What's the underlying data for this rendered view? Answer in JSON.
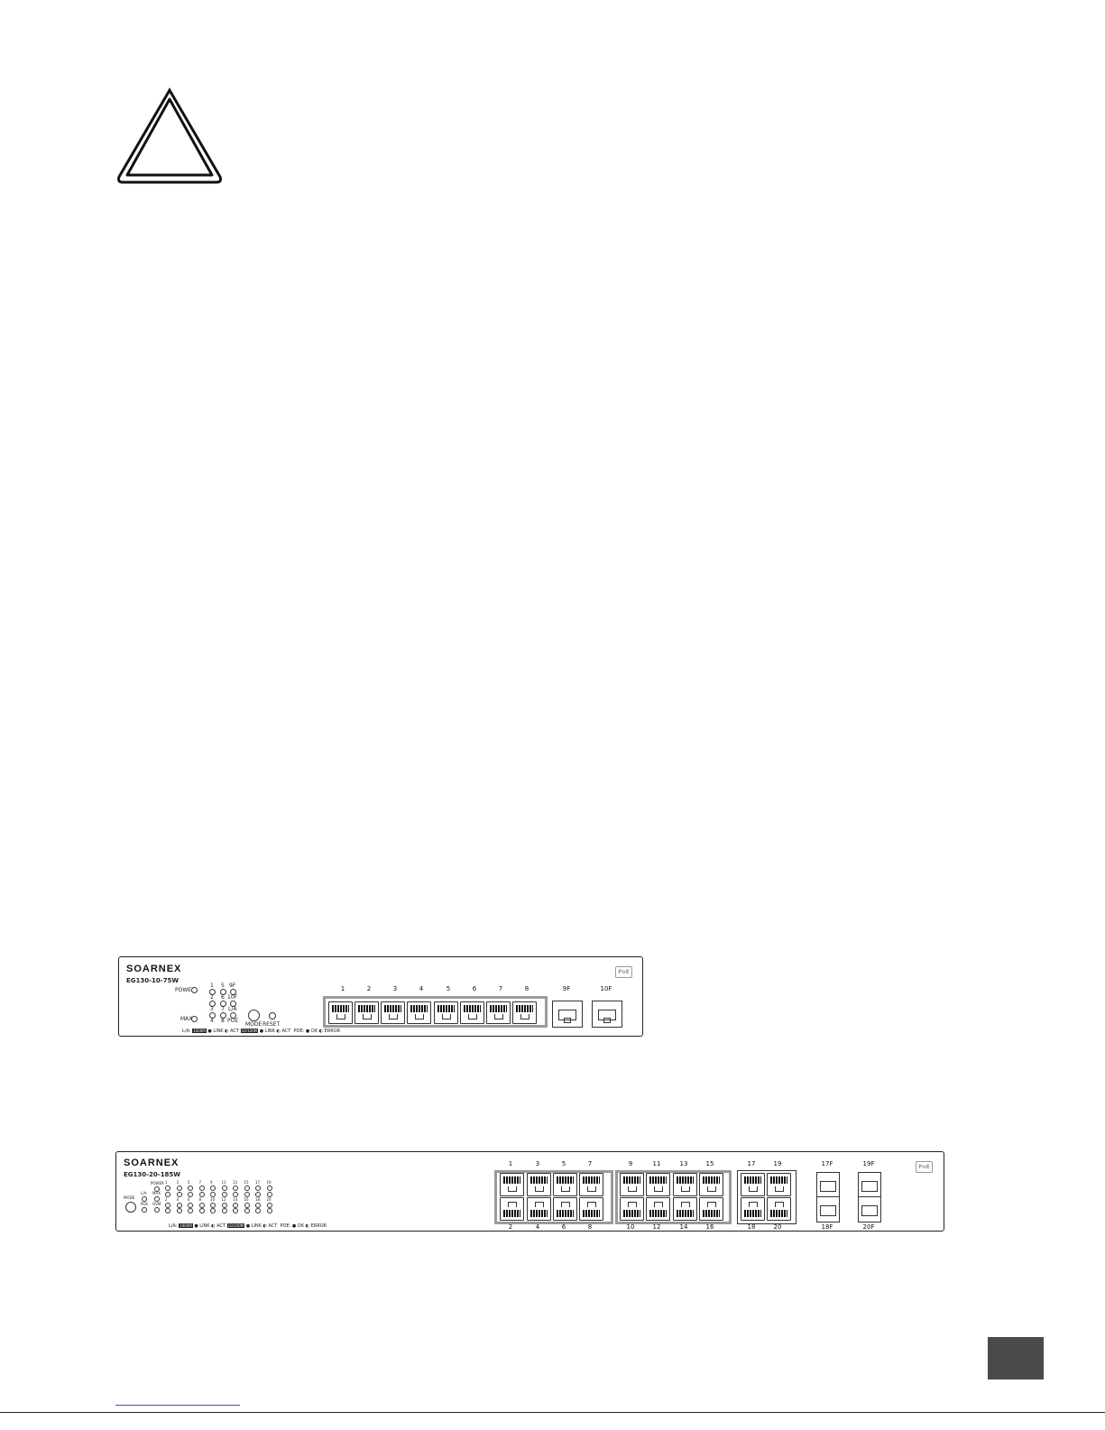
{
  "switch_a": {
    "brand": "SOARNEX",
    "model": "EG130-10-75W",
    "power_label": "POWER",
    "max_label": "MAX",
    "led_col1": [
      "1",
      "2",
      "3",
      "4"
    ],
    "led_col2": [
      "5",
      "6",
      "7",
      "8"
    ],
    "led_col3": [
      "9F",
      "10F",
      "L/A",
      "POE"
    ],
    "mode_label": "MODE",
    "reset_label": "RESET",
    "legend_la": "L/A:",
    "legend_1000": "1000M",
    "legend_link1": "● LINK ◐ ACT",
    "legend_10100": "10/100M",
    "legend_link2": "● LINK ◐ ACT",
    "legend_poe": "POE: ● OK ◐ ERROR",
    "port_numbers": [
      "1",
      "2",
      "3",
      "4",
      "5",
      "6",
      "7",
      "8"
    ],
    "sfp_labels": [
      "9F",
      "10F"
    ],
    "poe_badge": "PoE"
  },
  "switch_b": {
    "brand": "SOARNEX",
    "model": "EG130-20-185W",
    "mode_label": "MODE",
    "mode_states": [
      "L/A",
      "MAX",
      "POE",
      "OVM"
    ],
    "power_label": "POWER",
    "led_top": [
      "1",
      "3",
      "5",
      "7",
      "9",
      "11",
      "13",
      "15",
      "17",
      "19"
    ],
    "led_bottom": [
      "2",
      "4",
      "6",
      "8",
      "10",
      "12",
      "14",
      "16",
      "18",
      "20"
    ],
    "legend_la": "L/A:",
    "legend_1000": "1000M",
    "legend_link1": "● LINK ◐ ACT",
    "legend_10100": "10/100M",
    "legend_link2": "● LINK ◐ ACT",
    "legend_poe": "POE: ● OK ◐ ERROR",
    "ports_top": [
      "1",
      "3",
      "5",
      "7",
      "9",
      "11",
      "13",
      "15",
      "17",
      "19"
    ],
    "ports_bottom": [
      "2",
      "4",
      "6",
      "8",
      "10",
      "12",
      "14",
      "16",
      "18",
      "20"
    ],
    "sfp_top": [
      "17F",
      "19F"
    ],
    "sfp_bottom": [
      "18F",
      "20F"
    ],
    "poe_badge": "PoE"
  },
  "colors": {
    "page_box": "#4a4a4a",
    "footer_link": "#3355cc",
    "group_border": "#9a9a9a"
  }
}
